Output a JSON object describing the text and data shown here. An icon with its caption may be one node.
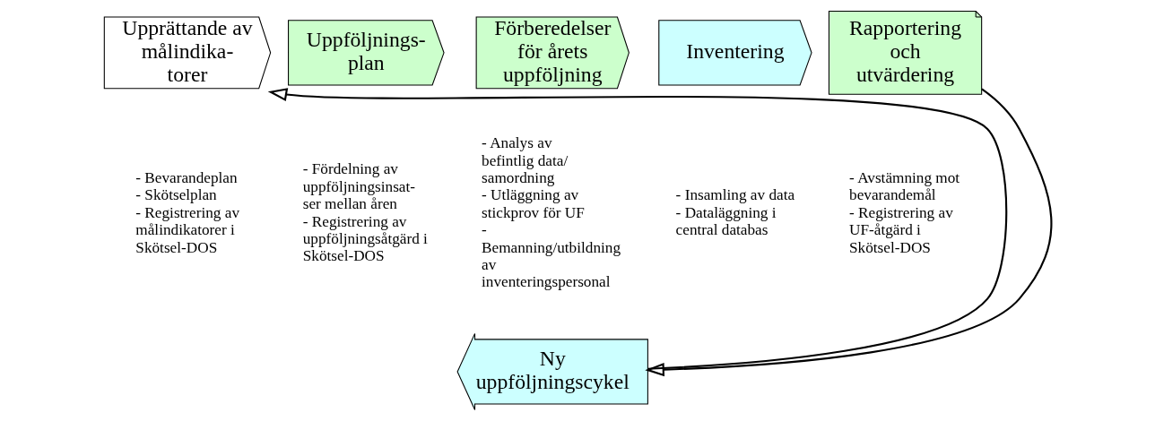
{
  "diagram": {
    "nodes": [
      {
        "text": [
          "Upprättande av målindika- torer"
        ],
        "beside": [
          "- Bevarandeplan",
          "- Skötselplan",
          "- Registrering av målindikatorer i Skötsel-DOS"
        ]
      },
      {
        "text": [
          "Uppföljnings- plan"
        ],
        "beside": [
          "- Fördelning av uppföljningsinsat- ser mellan åren",
          "- Registrering av uppföljningsåtgärd i Skötsel-DOS"
        ]
      },
      {
        "text": [
          "Förberedelser för årets uppföljning"
        ],
        "beside": [
          "- Analys av befintlig data/ samordning",
          "- Utläggning av stickprov för UF",
          "- Bemanning/utbildning av inventeringspersonal"
        ]
      },
      {
        "text": [
          "Inventering"
        ],
        "beside": [
          "- Insamling av data",
          "- Dataläggning i central databas"
        ]
      },
      {
        "text": [
          "Rapportering och utvärdering"
        ],
        "beside": [
          "- Avstämning mot bevarandemål",
          "- Registrering av UF-åtgärd i Skötsel-DOS"
        ]
      },
      {
        "text": [
          "Ny uppföljningscykel"
        ]
      }
    ],
    "edges": [
      {
        "from": 4,
        "to": 5,
        "arrow": "to"
      },
      {
        "from": 5,
        "to": 0,
        "arrow": "to"
      }
    ]
  }
}
